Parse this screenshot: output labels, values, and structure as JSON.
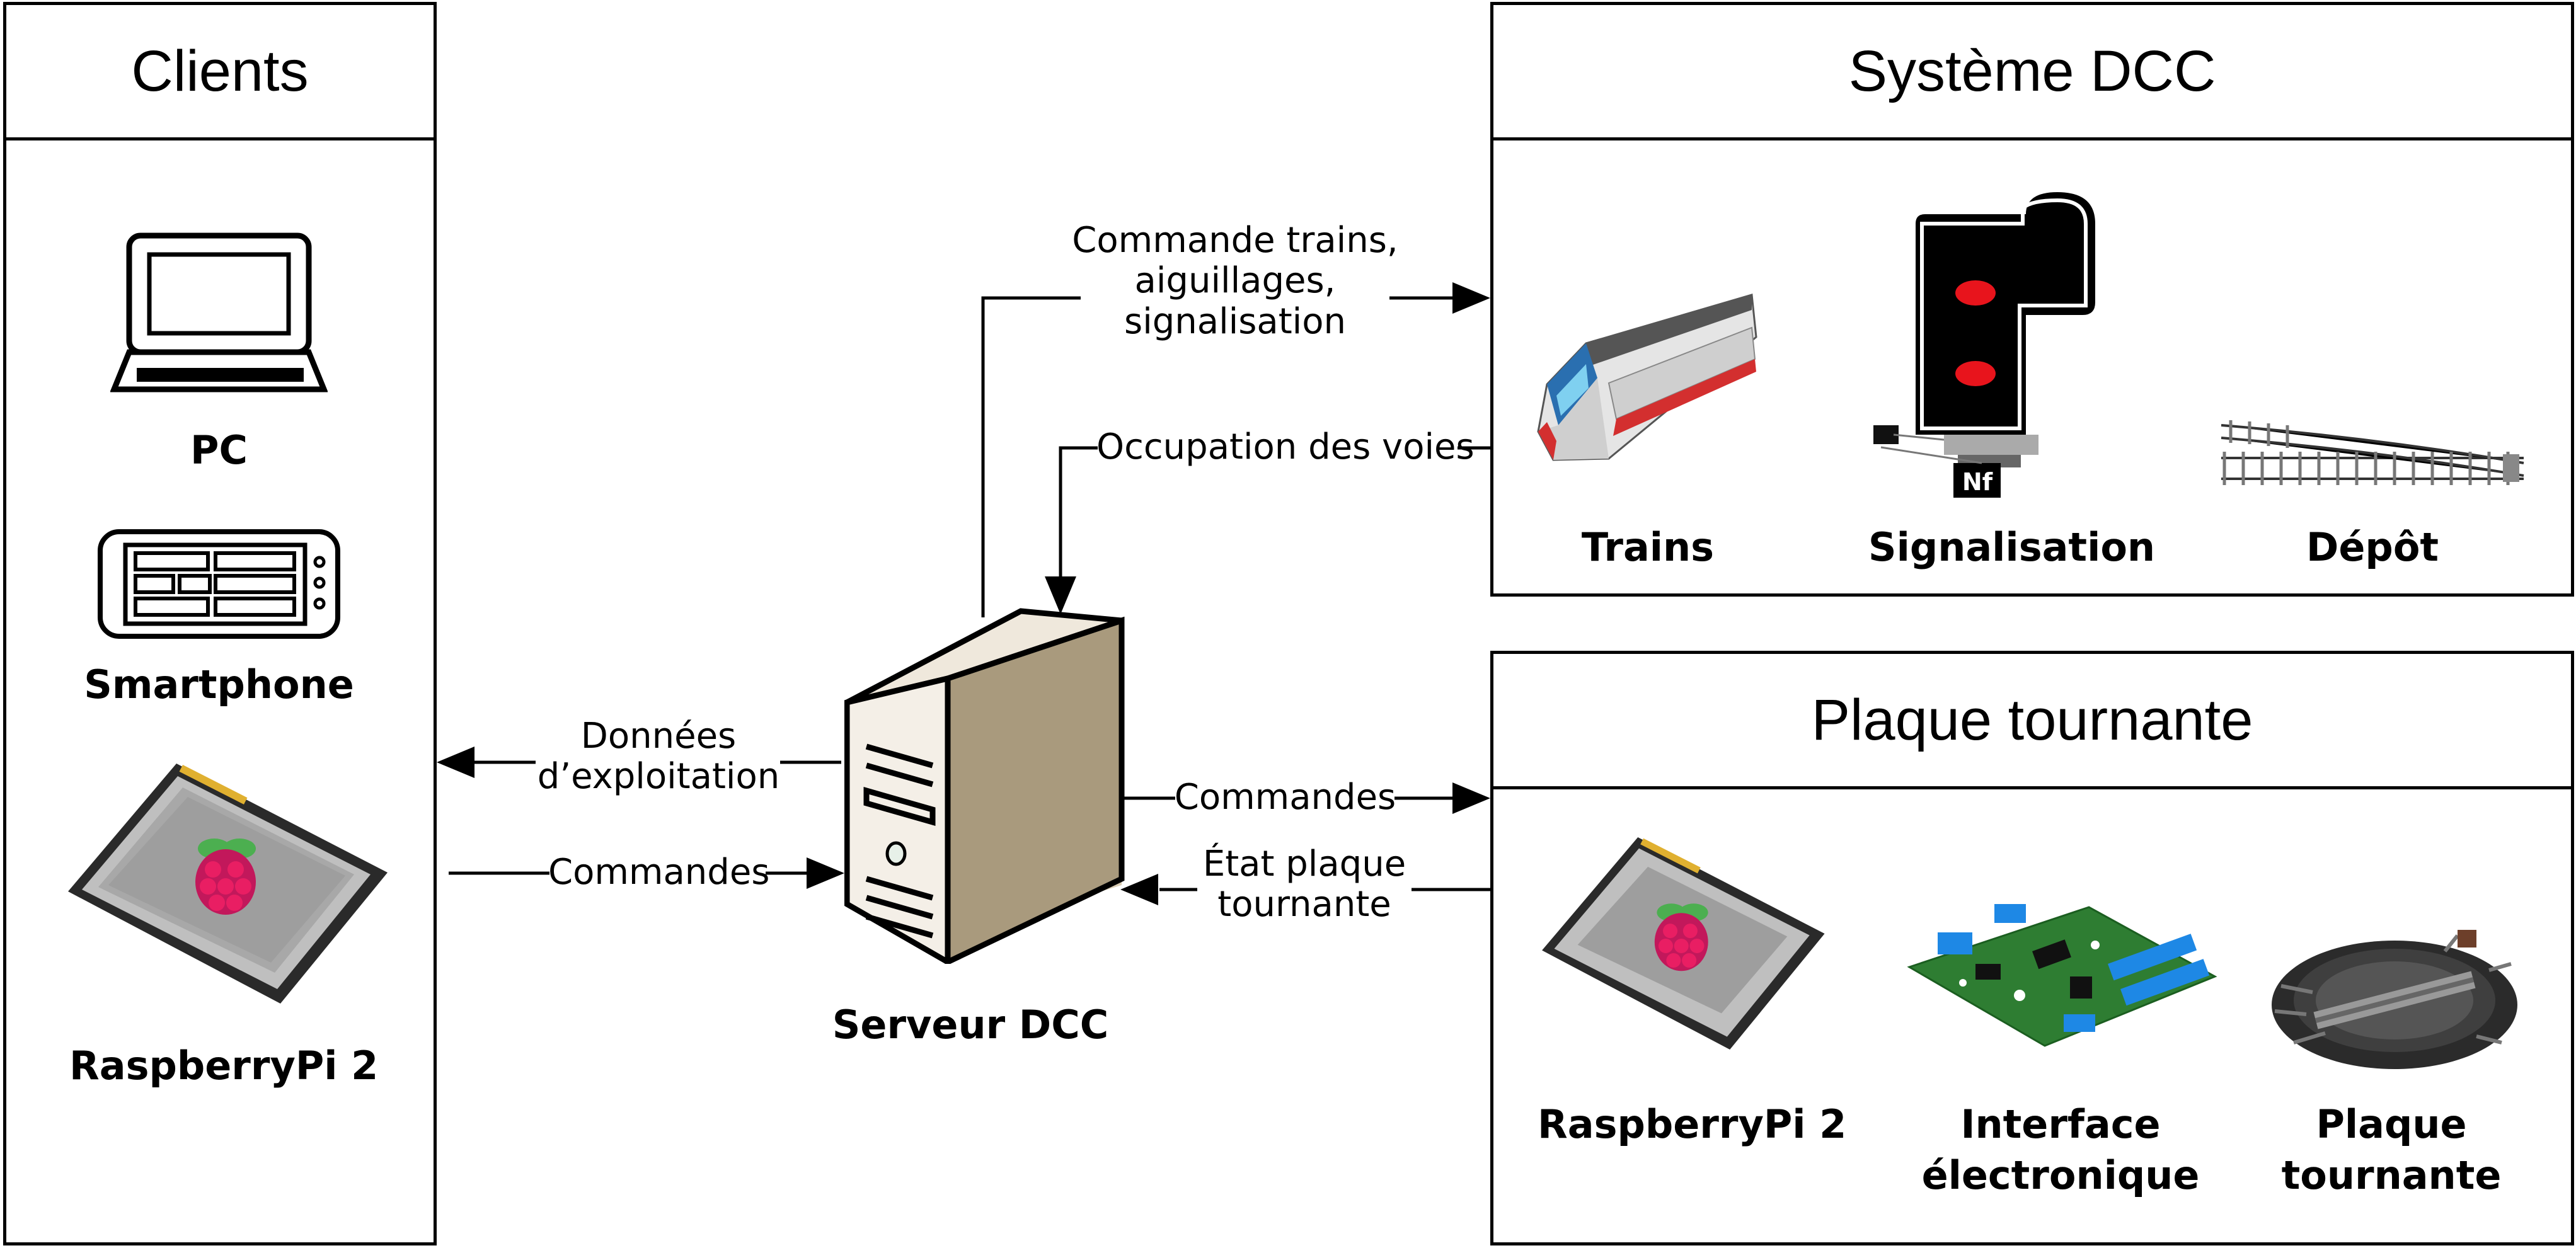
{
  "clients": {
    "title": "Clients",
    "items": [
      {
        "label": "PC",
        "icon": "laptop-icon"
      },
      {
        "label": "Smartphone",
        "icon": "tablet-icon"
      },
      {
        "label": "RaspberryPi 2",
        "icon": "raspberry-pi-screen-icon"
      }
    ]
  },
  "dcc_system": {
    "title": "Système DCC",
    "items": [
      {
        "label": "Trains",
        "icon": "train-icon"
      },
      {
        "label": "Signalisation",
        "icon": "signal-icon"
      },
      {
        "label": "Dépôt",
        "icon": "track-switch-icon"
      }
    ]
  },
  "turntable": {
    "title": "Plaque tournante",
    "items": [
      {
        "label": "RaspberryPi 2",
        "icon": "raspberry-pi-screen-icon"
      },
      {
        "label": "Interface électronique",
        "line1": "Interface",
        "line2": "électronique",
        "icon": "circuit-board-icon"
      },
      {
        "label": "Plaque tournante",
        "line1": "Plaque",
        "line2": "tournante",
        "icon": "turntable-icon"
      }
    ]
  },
  "server": {
    "label": "Serveur DCC",
    "icon": "server-tower-icon"
  },
  "connections": {
    "to_dcc": {
      "line1": "Commande trains,",
      "line2": "aiguillages,",
      "line3": "signalisation"
    },
    "from_dcc": "Occupation des voies",
    "to_clients": {
      "line1": "Données",
      "line2": "d’exploitation"
    },
    "from_clients": "Commandes",
    "to_turntable": "Commandes",
    "from_turntable": {
      "line1": "État plaque",
      "line2": "tournante"
    }
  },
  "colors": {
    "stroke": "#000000",
    "signal_red": "#e8141c",
    "raspberry": "#c2185b",
    "board_green": "#2e7d32"
  }
}
